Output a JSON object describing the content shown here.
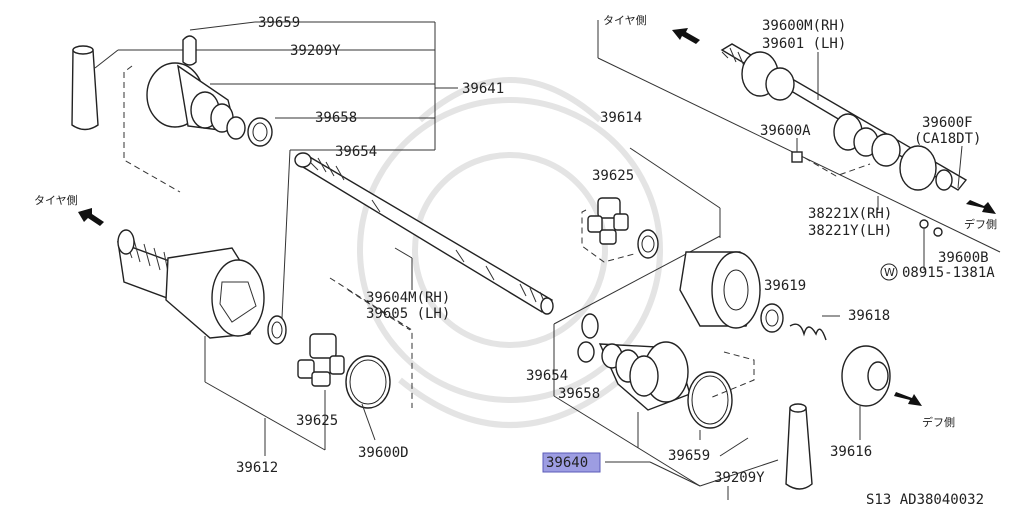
{
  "labels": {
    "p39659_top": "39659",
    "p39209y_top": "39209Y",
    "p39641": "39641",
    "p39658_top": "39658",
    "p39654_top": "39654",
    "tire_side_left": "タイヤ側",
    "p39604m": "39604M(RH)",
    "p39605": "39605 (LH)",
    "p39625_left": "39625",
    "p39612": "39612",
    "p39600d": "39600D",
    "tire_side_top": "タイヤ側",
    "p39600m": "39600M(RH)",
    "p39601": "39601 (LH)",
    "p39600a": "39600A",
    "p39600f": "39600F",
    "ca18dt": "(CA18DT)",
    "p39614": "39614",
    "p39625_mid": "39625",
    "p38221x": "38221X(RH)",
    "p38221y": "38221Y(LH)",
    "diff_side_right": "デフ側",
    "p39600b": "39600B",
    "w_circle": "W",
    "p08915": "08915-1381A",
    "p39619": "39619",
    "p39618": "39618",
    "p39654_mid": "39654",
    "p39658_mid": "39658",
    "p39640": "39640",
    "p39659_mid": "39659",
    "p39209y_bot": "39209Y",
    "p39616": "39616",
    "diff_side_bottom": "デフ側",
    "footer_code": "S13  AD38040032"
  },
  "colors": {
    "highlight": "#9d9de2",
    "line": "#333333"
  }
}
